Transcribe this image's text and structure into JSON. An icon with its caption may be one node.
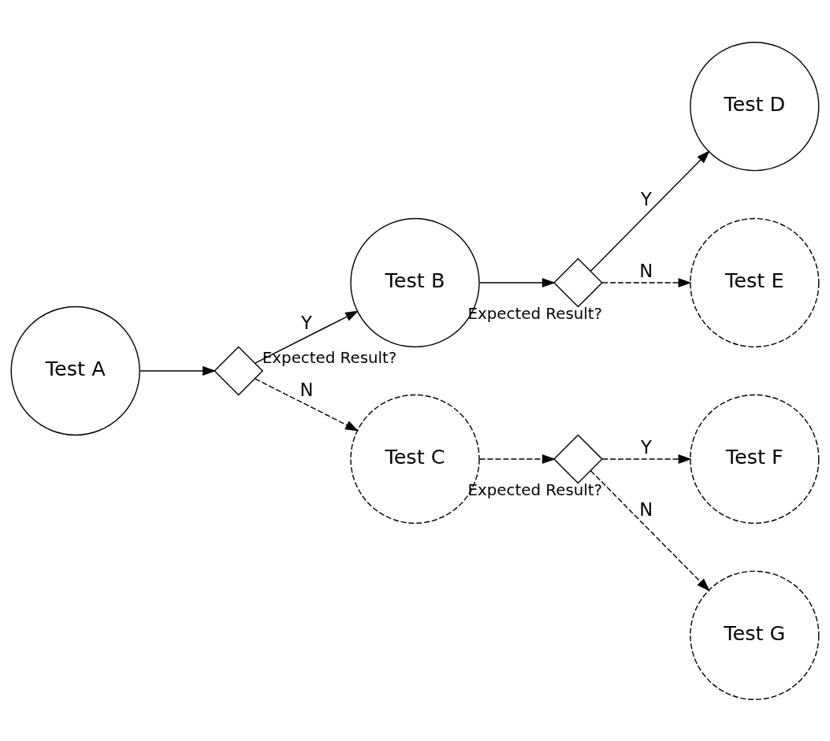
{
  "diagram": {
    "nodes": [
      {
        "text": [
          "Test A"
        ]
      },
      {
        "text": [],
        "shape": "diamond",
        "beside": [
          "Expected Result?"
        ]
      },
      {
        "text": [
          "Test B"
        ]
      },
      {
        "text": [
          "Test C"
        ]
      },
      {
        "text": [],
        "shape": "diamond",
        "beside": [
          "Expected Result?"
        ]
      },
      {
        "text": [
          "Test D"
        ]
      },
      {
        "text": [
          "Test E"
        ]
      },
      {
        "text": [],
        "shape": "diamond",
        "beside": [
          "Expected Result?"
        ]
      },
      {
        "text": [
          "Test F"
        ]
      },
      {
        "text": [
          "Test G"
        ]
      }
    ],
    "edges": [
      {
        "from": 0,
        "to": 1,
        "arrow": "to"
      },
      {
        "from": 1,
        "to": 2,
        "arrow": "to",
        "label": "Y"
      },
      {
        "from": 1,
        "to": 3,
        "arrow": "to",
        "label": "N",
        "style": "dashed"
      },
      {
        "from": 2,
        "to": 4,
        "arrow": "to"
      },
      {
        "from": 4,
        "to": 5,
        "arrow": "to",
        "label": "Y"
      },
      {
        "from": 4,
        "to": 6,
        "arrow": "to",
        "label": "N",
        "style": "dashed"
      },
      {
        "from": 3,
        "to": 7,
        "arrow": "to",
        "style": "dashed"
      },
      {
        "from": 7,
        "to": 8,
        "arrow": "to",
        "label": "Y",
        "style": "dashed"
      },
      {
        "from": 7,
        "to": 9,
        "arrow": "to",
        "label": "N",
        "style": "dashed"
      }
    ]
  }
}
